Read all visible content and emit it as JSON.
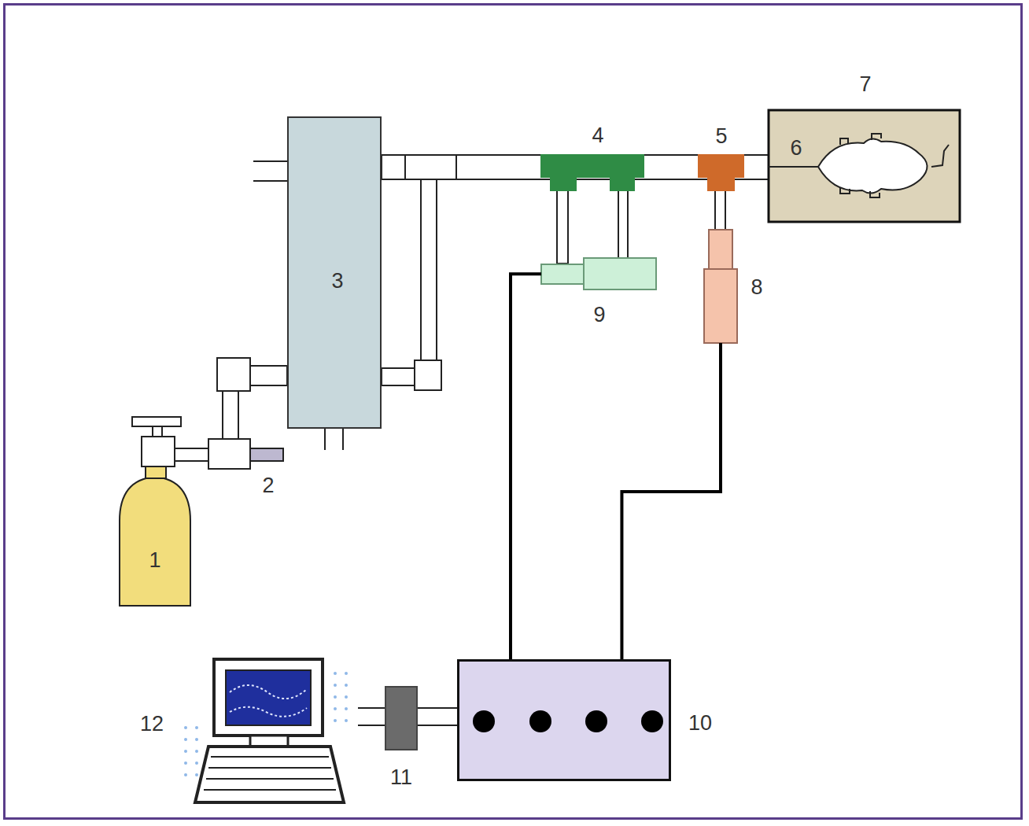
{
  "diagram": {
    "nodes": [
      {
        "text": [
          "1"
        ]
      },
      {
        "text": [
          "3"
        ]
      },
      {
        "text": [
          "9"
        ]
      },
      {
        "text": [
          "8"
        ]
      },
      {
        "text": [
          "10"
        ]
      },
      {
        "text": [
          "12"
        ]
      }
    ],
    "edges": [
      {
        "from": 2,
        "to": 4,
        "arrow": "none"
      },
      {
        "from": 3,
        "to": 4,
        "arrow": "none"
      }
    ],
    "labels": [
      "2",
      "4",
      "5",
      "6",
      "7",
      "11"
    ]
  }
}
